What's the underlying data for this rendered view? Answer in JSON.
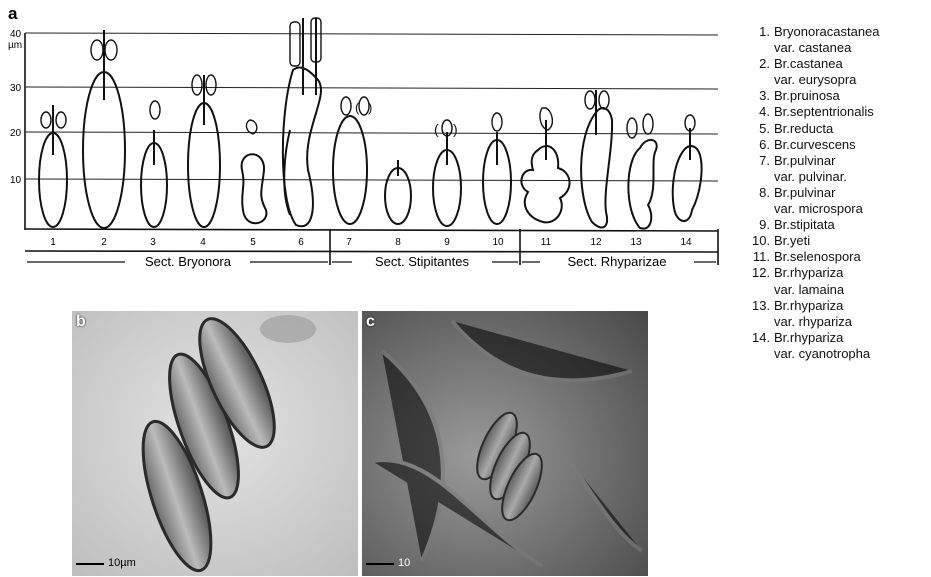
{
  "figure": {
    "panel_a": {
      "label": "a",
      "axis_max_label": "40",
      "unit_label": "µm",
      "tick_labels": [
        "10",
        "20",
        "30"
      ],
      "columns": [
        "1",
        "2",
        "3",
        "4",
        "5",
        "6",
        "7",
        "8",
        "9",
        "10",
        "11",
        "12",
        "13",
        "14"
      ],
      "sections": [
        {
          "label": "Sect. Bryonora"
        },
        {
          "label": "Sect. Stipitantes"
        },
        {
          "label": "Sect. Rhyparizae"
        }
      ]
    },
    "legend": [
      {
        "num": "1.",
        "genus": "Bryonora",
        "name": "castanea",
        "var": "var. castanea"
      },
      {
        "num": "2.",
        "genus": "Br.",
        "name": "castanea",
        "var": "var. eurysopra"
      },
      {
        "num": "3.",
        "genus": "Br.",
        "name": "pruinosa",
        "var": ""
      },
      {
        "num": "4.",
        "genus": "Br.",
        "name": "septentrionalis",
        "var": ""
      },
      {
        "num": "5.",
        "genus": "Br.",
        "name": "reducta",
        "var": ""
      },
      {
        "num": "6.",
        "genus": "Br.",
        "name": "curvescens",
        "var": ""
      },
      {
        "num": "7.",
        "genus": "Br.",
        "name": "pulvinar",
        "var": "var. pulvinar."
      },
      {
        "num": "8.",
        "genus": "Br.",
        "name": "pulvinar",
        "var": "var. microspora"
      },
      {
        "num": "9.",
        "genus": "Br.",
        "name": "stipitata",
        "var": ""
      },
      {
        "num": "10.",
        "genus": "Br.",
        "name": "yeti",
        "var": ""
      },
      {
        "num": "11.",
        "genus": "Br.",
        "name": "selenospora",
        "var": ""
      },
      {
        "num": "12.",
        "genus": "Br.",
        "name": "rhypariza",
        "var": "var. lamaina"
      },
      {
        "num": "13.",
        "genus": "Br.",
        "name": "rhypariza",
        "var": "var. rhypariza"
      },
      {
        "num": "14.",
        "genus": "Br.",
        "name": "rhypariza",
        "var": "var. cyanotropha"
      }
    ],
    "photo_b": {
      "label": "b",
      "scale_label": "10µm"
    },
    "photo_c": {
      "label": "c",
      "scale_label": "10"
    }
  }
}
